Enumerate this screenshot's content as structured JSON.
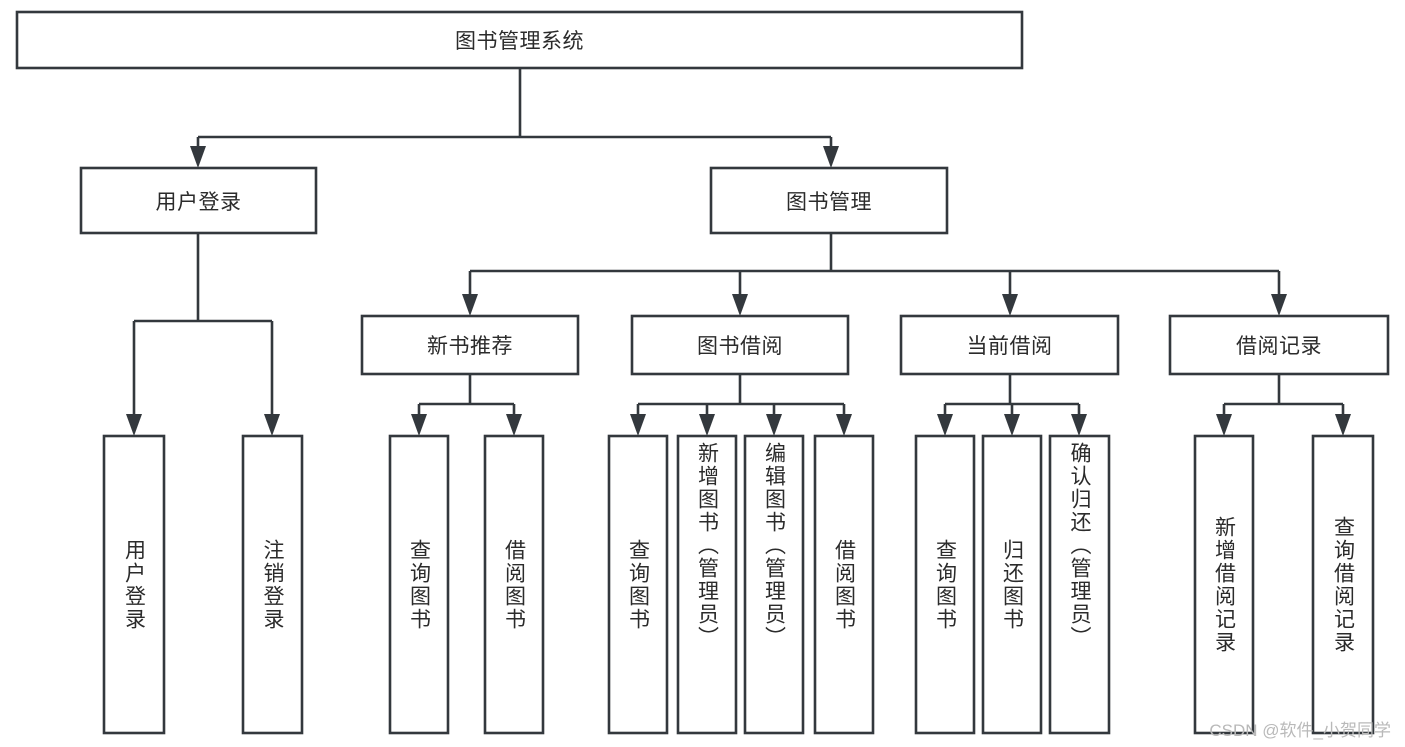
{
  "diagram": {
    "title": "图书管理系统",
    "type": "hierarchy-tree",
    "watermark": "CSDN @软件_小贺同学",
    "colors": {
      "stroke": "#33383d",
      "fill": "#ffffff",
      "text": "#2b2b2b",
      "watermark": "#b9b9b9",
      "background": "#ffffff"
    },
    "levels": {
      "root": {
        "label": "图书管理系统"
      },
      "level2": [
        {
          "label": "用户登录"
        },
        {
          "label": "图书管理"
        }
      ],
      "level3": [
        {
          "label": "新书推荐"
        },
        {
          "label": "图书借阅"
        },
        {
          "label": "当前借阅"
        },
        {
          "label": "借阅记录"
        }
      ],
      "leaves": [
        {
          "label": "用户登录",
          "parent": "用户登录"
        },
        {
          "label": "注销登录",
          "parent": "用户登录"
        },
        {
          "label": "查询图书",
          "parent": "新书推荐"
        },
        {
          "label": "借阅图书",
          "parent": "新书推荐"
        },
        {
          "label": "查询图书",
          "parent": "图书借阅"
        },
        {
          "label": "新增图书（管理员）",
          "parent": "图书借阅"
        },
        {
          "label": "编辑图书（管理员）",
          "parent": "图书借阅"
        },
        {
          "label": "借阅图书",
          "parent": "图书借阅"
        },
        {
          "label": "查询图书",
          "parent": "当前借阅"
        },
        {
          "label": "归还图书",
          "parent": "当前借阅"
        },
        {
          "label": "确认归还（管理员）",
          "parent": "当前借阅"
        },
        {
          "label": "新增借阅记录",
          "parent": "借阅记录"
        },
        {
          "label": "查询借阅记录",
          "parent": "借阅记录"
        }
      ]
    }
  }
}
